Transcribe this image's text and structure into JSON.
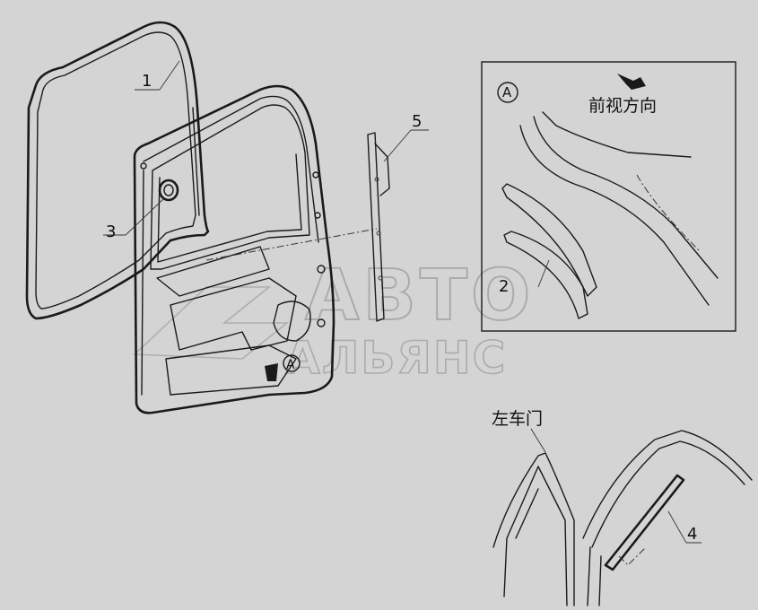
{
  "labels": {
    "part_1": "1",
    "part_2": "2",
    "part_3": "3",
    "part_4": "4",
    "part_5": "5",
    "detail_marker": "A",
    "detail_marker_main": "A",
    "front_view_direction": "前视方向",
    "left_door": "左车门"
  },
  "watermark": {
    "line1": "АВТО",
    "line2": "АЛЬЯНС"
  },
  "colors": {
    "background": "#d4d4d4",
    "line": "#1a1a1a",
    "watermark": "#8a8a8a"
  }
}
